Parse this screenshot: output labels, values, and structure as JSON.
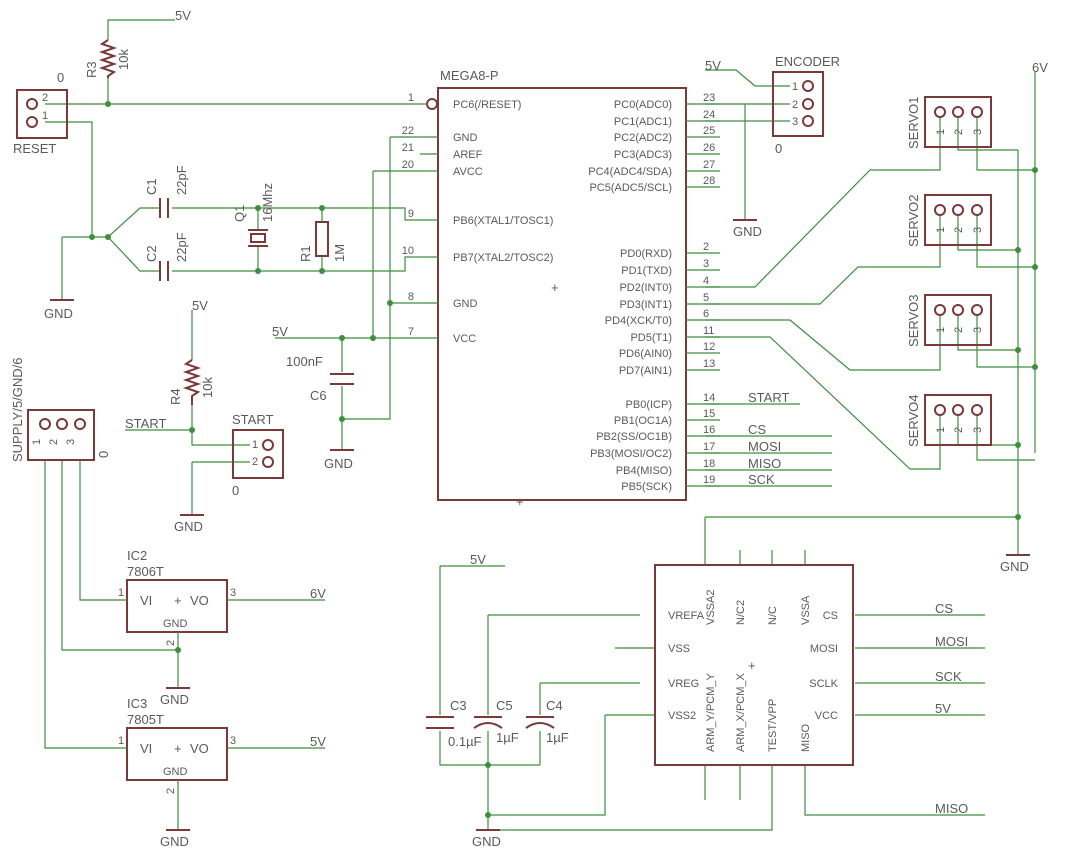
{
  "mcu": {
    "name": "MEGA8-P",
    "left_pins": [
      {
        "num": "1",
        "label": "PC6(/RESET)"
      },
      {
        "num": "22",
        "label": "GND"
      },
      {
        "num": "21",
        "label": "AREF"
      },
      {
        "num": "20",
        "label": "AVCC"
      },
      {
        "num": "9",
        "label": "PB6(XTAL1/TOSC1)"
      },
      {
        "num": "10",
        "label": "PB7(XTAL2/TOSC2)"
      },
      {
        "num": "8",
        "label": "GND"
      },
      {
        "num": "7",
        "label": "VCC"
      }
    ],
    "right_pins": [
      {
        "num": "23",
        "label": "PC0(ADC0)"
      },
      {
        "num": "24",
        "label": "PC1(ADC1)"
      },
      {
        "num": "25",
        "label": "PC2(ADC2)"
      },
      {
        "num": "26",
        "label": "PC3(ADC3)"
      },
      {
        "num": "27",
        "label": "PC4(ADC4/SDA)"
      },
      {
        "num": "28",
        "label": "PC5(ADC5/SCL)"
      },
      {
        "num": "2",
        "label": "PD0(RXD)"
      },
      {
        "num": "3",
        "label": "PD1(TXD)"
      },
      {
        "num": "4",
        "label": "PD2(INT0)"
      },
      {
        "num": "5",
        "label": "PD3(INT1)"
      },
      {
        "num": "6",
        "label": "PD4(XCK/T0)"
      },
      {
        "num": "11",
        "label": "PD5(T1)"
      },
      {
        "num": "12",
        "label": "PD6(AIN0)"
      },
      {
        "num": "13",
        "label": "PD7(AIN1)"
      },
      {
        "num": "14",
        "label": "PB0(ICP)"
      },
      {
        "num": "15",
        "label": "PB1(OC1A)"
      },
      {
        "num": "16",
        "label": "PB2(SS/OC1B)"
      },
      {
        "num": "17",
        "label": "PB3(MOSI/OC2)"
      },
      {
        "num": "18",
        "label": "PB4(MISO)"
      },
      {
        "num": "19",
        "label": "PB5(SCK)"
      }
    ]
  },
  "nets": {
    "start": "START",
    "cs": "CS",
    "mosi": "MOSI",
    "miso": "MISO",
    "sck": "SCK",
    "v5": "5V",
    "v6": "6V",
    "gnd": "GND"
  },
  "parts": {
    "r3": {
      "name": "R3",
      "value": "10k"
    },
    "r4": {
      "name": "R4",
      "value": "10k"
    },
    "r1": {
      "name": "R1",
      "value": "1M"
    },
    "c1": {
      "name": "C1",
      "value": "22pF"
    },
    "c2": {
      "name": "C2",
      "value": "22pF"
    },
    "q1": {
      "name": "Q1",
      "value": "16Mhz"
    },
    "c6": {
      "name": "C6",
      "value": "100nF"
    },
    "c3": {
      "name": "C3",
      "value": "0.1µF"
    },
    "c5": {
      "name": "C5",
      "value": "1µF"
    },
    "c4": {
      "name": "C4",
      "value": "1µF"
    },
    "reset": {
      "name": "RESET",
      "tag": "0",
      "p1": "1",
      "p2": "2"
    },
    "start_btn": {
      "name": "START",
      "tag": "0",
      "p1": "1",
      "p2": "2"
    },
    "encoder": {
      "name": "ENCODER",
      "tag": "0",
      "p1": "1",
      "p2": "2",
      "p3": "3"
    },
    "supply": {
      "name": "SUPPLY/5/GND/6",
      "tag": "0",
      "p1": "1",
      "p2": "2",
      "p3": "3"
    },
    "servos": [
      {
        "name": "SERVO1"
      },
      {
        "name": "SERVO2"
      },
      {
        "name": "SERVO3"
      },
      {
        "name": "SERVO4"
      }
    ],
    "pin_nums": {
      "p1": "1",
      "p2": "2",
      "p3": "3"
    },
    "ic2": {
      "name": "IC2",
      "type": "7806T",
      "vi": "VI",
      "vo": "VO",
      "gnd": "GND",
      "p1": "1",
      "p2": "2",
      "p3": "3"
    },
    "ic3": {
      "name": "IC3",
      "type": "7805T",
      "vi": "VI",
      "vo": "VO",
      "gnd": "GND",
      "p1": "1",
      "p2": "2",
      "p3": "3"
    }
  },
  "accel": {
    "left": [
      "VREFA",
      "VSS",
      "VREG",
      "VSS2"
    ],
    "top": [
      "VSSA2",
      "N/C2",
      "N/C",
      "VSSA"
    ],
    "bottom": [
      "ARM_Y/PCM_Y",
      "ARM_X/PCM_X",
      "TEST/VPP",
      "MISO"
    ],
    "right": [
      "CS",
      "MOSI",
      "SCLK",
      "VCC"
    ]
  }
}
